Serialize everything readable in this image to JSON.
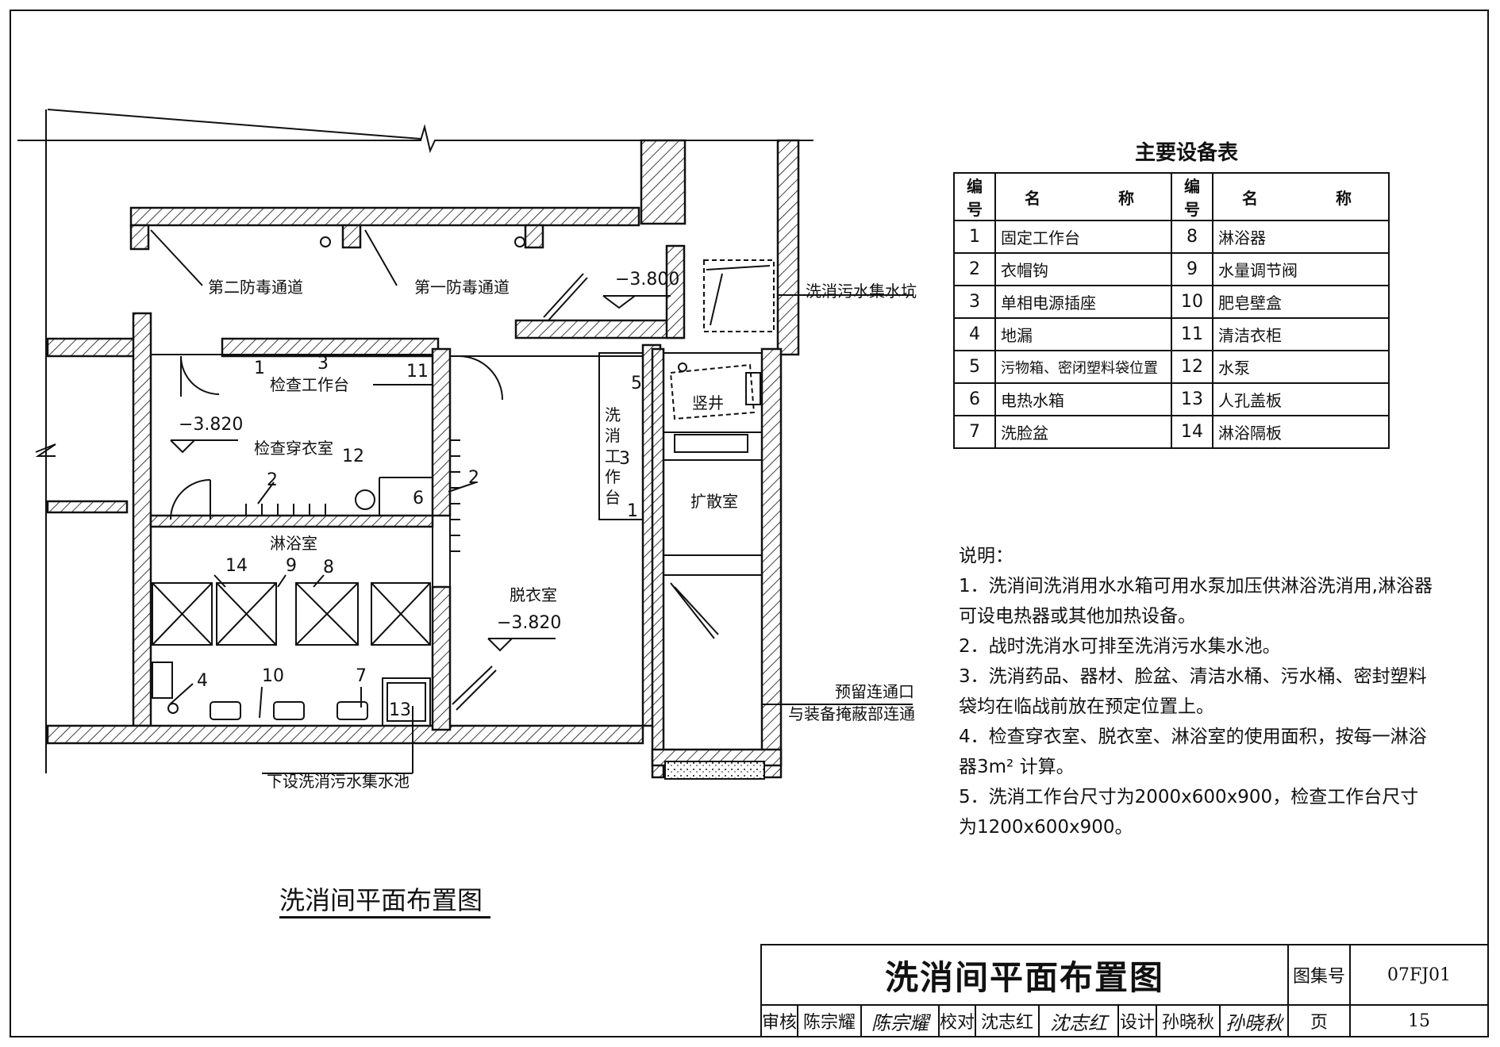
{
  "rooms": {
    "second_passage": "第二防毒通道",
    "first_passage": "第一防毒通道",
    "inspection_room": "检查穿衣室",
    "inspection_table": "检查工作台",
    "shower_room": "淋浴室",
    "undress_room": "脱衣室",
    "shaft": "竖井",
    "expansion_room": "扩散室",
    "decon_table": "洗消工作台"
  },
  "elevations": {
    "passage": "−3.800",
    "inspection": "−3.820",
    "undress": "−3.820"
  },
  "callouts": {
    "sump_pit": "洗消污水集水坑",
    "reserved_passage_1": "预留连通口",
    "reserved_passage_2": "与装备掩蔽部连通",
    "sump_pool": "下设洗消污水集水池"
  },
  "plan_numbers": [
    "1",
    "3",
    "11",
    "2",
    "12",
    "6",
    "5",
    "3",
    "1",
    "2",
    "14",
    "9",
    "8",
    "4",
    "10",
    "7",
    "13"
  ],
  "equipment_table": {
    "title": "主要设备表",
    "header_no": "编号",
    "header_name_1": "名",
    "header_name_2": "称",
    "rows": [
      {
        "no_a": "1",
        "name_a": "固定工作台",
        "no_b": "8",
        "name_b": "淋浴器"
      },
      {
        "no_a": "2",
        "name_a": "衣帽钩",
        "no_b": "9",
        "name_b": "水量调节阀"
      },
      {
        "no_a": "3",
        "name_a": "单相电源插座",
        "no_b": "10",
        "name_b": "肥皂壁盒"
      },
      {
        "no_a": "4",
        "name_a": "地漏",
        "no_b": "11",
        "name_b": "清洁衣柜"
      },
      {
        "no_a": "5",
        "name_a": "污物箱、密闭塑料袋位置",
        "no_b": "12",
        "name_b": "水泵"
      },
      {
        "no_a": "6",
        "name_a": "电热水箱",
        "no_b": "13",
        "name_b": "人孔盖板"
      },
      {
        "no_a": "7",
        "name_a": "洗脸盆",
        "no_b": "14",
        "name_b": "淋浴隔板"
      }
    ]
  },
  "notes": {
    "heading": "说明：",
    "items": [
      "1．洗消间洗消用水水箱可用水泵加压供淋浴洗消用,淋浴器",
      "可设电热器或其他加热设备。",
      "2．战时洗消水可排至洗消污水集水池。",
      "3．洗消药品、器材、脸盆、清洁水桶、污水桶、密封塑料",
      "袋均在临战前放在预定位置上。",
      "4．检查穿衣室、脱衣室、淋浴室的使用面积，按每一淋浴",
      "器3m² 计算。",
      "5．洗消工作台尺寸为2000x600x900，检查工作台尺寸",
      "为1200x600x900。"
    ]
  },
  "drawing_title": "洗消间平面布置图",
  "title_block": {
    "title": "洗消间平面布置图",
    "atlas_label": "图集号",
    "atlas_no": "07FJ01",
    "page_label": "页",
    "page_no": "15",
    "review_label": "审核",
    "reviewer": "陈宗耀",
    "reviewer_sig": "陈宗耀",
    "check_label": "校对",
    "checker": "沈志红",
    "checker_sig": "沈志红",
    "design_label": "设计",
    "designer": "孙晓秋",
    "designer_sig": "孙晓秋"
  }
}
